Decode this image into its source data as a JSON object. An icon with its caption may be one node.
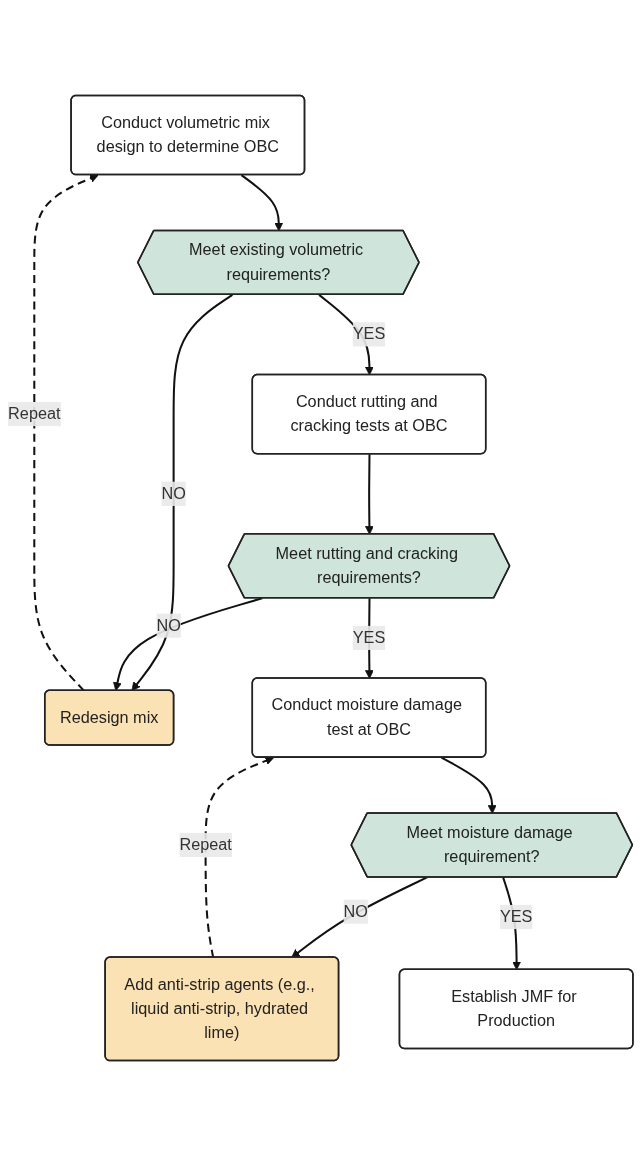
{
  "diagram": {
    "nodes": [
      {
        "text": [
          "Conduct volumetric mix design to determine OBC"
        ]
      },
      {
        "text": [
          "Meet existing volumetric requirements?"
        ]
      },
      {
        "text": [
          "Redesign mix"
        ]
      },
      {
        "text": [
          "Conduct rutting and cracking tests at OBC"
        ]
      },
      {
        "text": [
          "Meet rutting and cracking requirements?"
        ]
      },
      {
        "text": [
          "Conduct moisture damage test at OBC"
        ]
      },
      {
        "text": [
          "Meet moisture damage requirement?"
        ]
      },
      {
        "text": [
          "Add anti-strip agents (e.g., liquid anti-strip, hydrated lime)"
        ]
      },
      {
        "text": [
          "Establish JMF for Production"
        ]
      }
    ],
    "edges": [
      {
        "from": 0,
        "to": 1,
        "arrow": "to"
      },
      {
        "from": 1,
        "to": 2,
        "arrow": "to",
        "label": "NO"
      },
      {
        "from": 2,
        "to": 0,
        "arrow": "to",
        "label": "Repeat",
        "style": "dashed"
      },
      {
        "from": 1,
        "to": 3,
        "arrow": "to",
        "label": "YES"
      },
      {
        "from": 3,
        "to": 4,
        "arrow": "to"
      },
      {
        "from": 4,
        "to": 2,
        "arrow": "to",
        "label": "NO"
      },
      {
        "from": 4,
        "to": 5,
        "arrow": "to",
        "label": "YES"
      },
      {
        "from": 5,
        "to": 6,
        "arrow": "to"
      },
      {
        "from": 6,
        "to": 7,
        "arrow": "to",
        "label": "NO"
      },
      {
        "from": 7,
        "to": 5,
        "arrow": "to",
        "label": "Repeat",
        "style": "dashed"
      },
      {
        "from": 6,
        "to": 8,
        "arrow": "to",
        "label": "YES"
      }
    ]
  }
}
